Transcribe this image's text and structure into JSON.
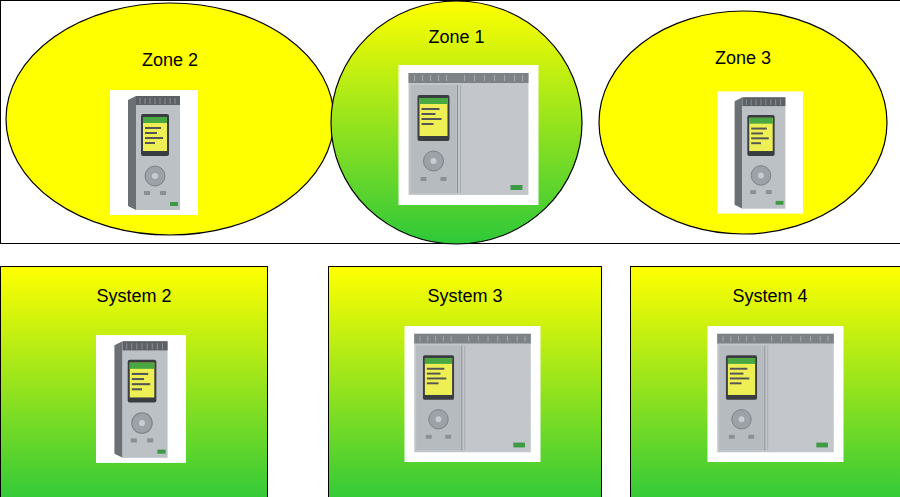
{
  "diagram": {
    "nodes": [
      {
        "text": [
          "Zone 2"
        ]
      },
      {
        "text": [
          "Zone 1"
        ]
      },
      {
        "text": [
          "Zone 3"
        ]
      },
      {
        "text": [
          "System 2"
        ]
      },
      {
        "text": [
          "System 3"
        ]
      },
      {
        "text": [
          "System 4"
        ]
      }
    ]
  }
}
